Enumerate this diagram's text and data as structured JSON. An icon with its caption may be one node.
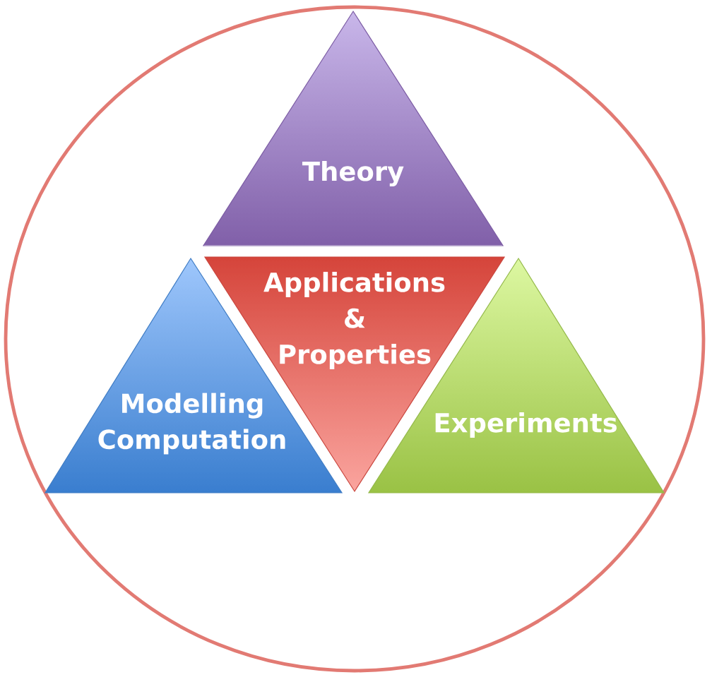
{
  "diagram": {
    "nodes": [
      {
        "text": [],
        "shape": "circle"
      },
      {
        "text": [
          "Theory"
        ],
        "in": 0
      },
      {
        "text": [
          "Applications & Properties"
        ],
        "in": 0
      },
      {
        "text": [
          "Modelling Computation"
        ],
        "in": 0
      },
      {
        "text": [
          "Experiments"
        ],
        "in": 0
      }
    ]
  }
}
